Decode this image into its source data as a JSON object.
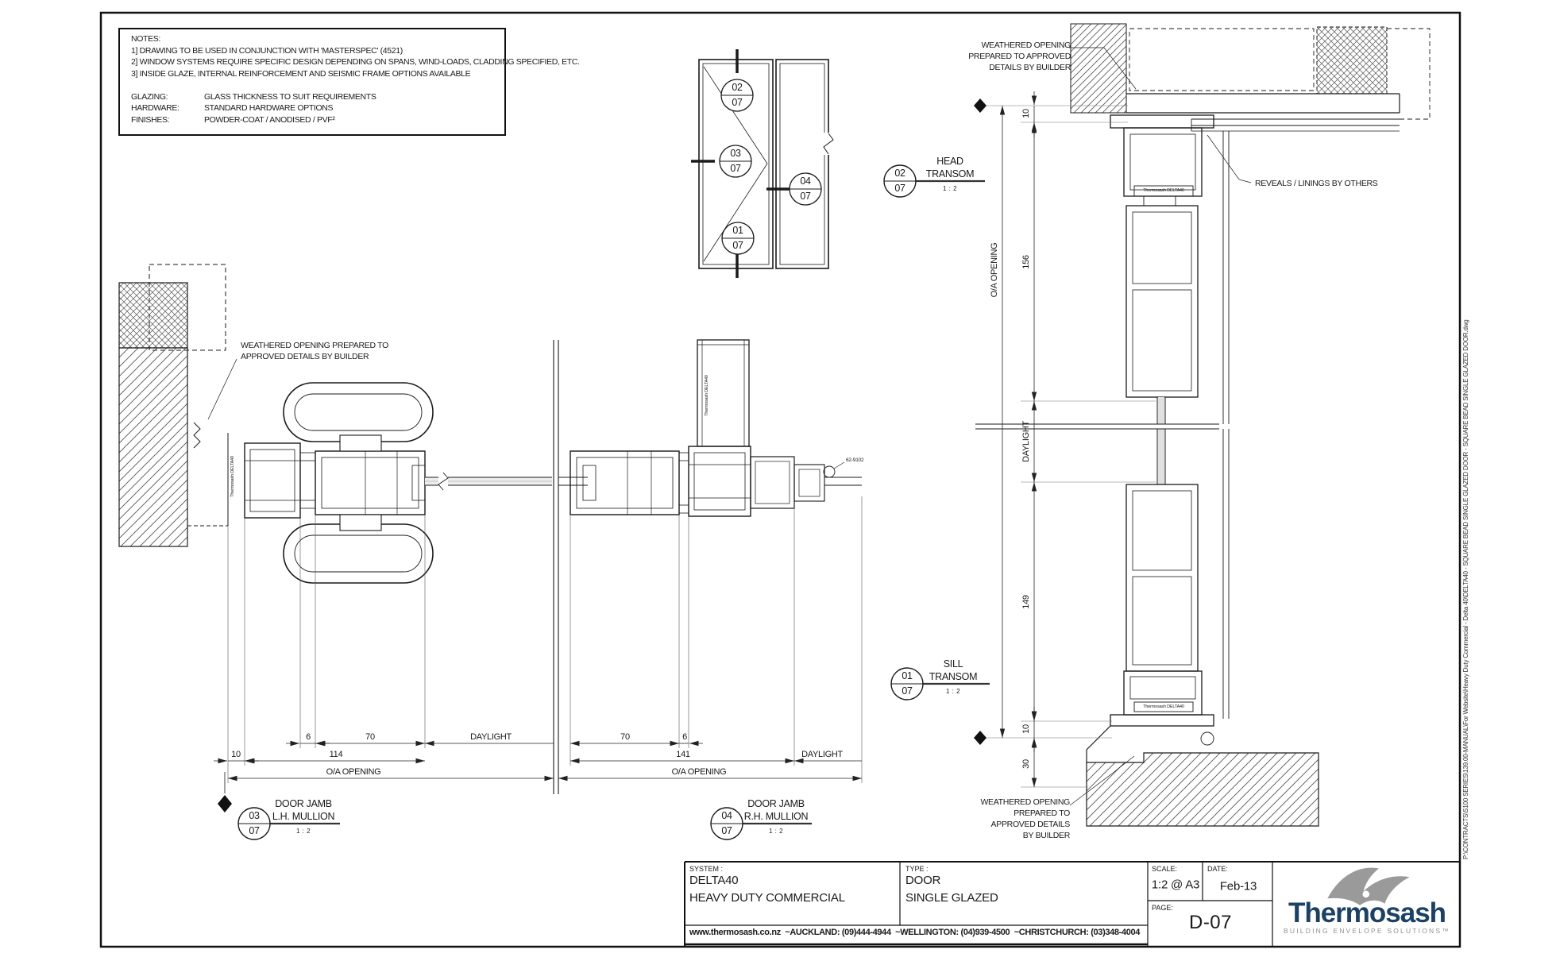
{
  "sheet": {
    "side_text": "P:\\CONTRACTS\\S100 SERIES\\139.00-MANUAL\\For Website\\Heavy Duty Commercial - Delta 40\\DELTA40 - SQUARE BEAD SINGLE GLAZED DOOR - SQUARE BEAD SINGLE GLAZED DOOR.dwg"
  },
  "notes": {
    "heading": "NOTES:",
    "line1": "1] DRAWING TO BE USED IN CONJUNCTION WITH 'MASTERSPEC' (4521)",
    "line2": "2] WINDOW SYSTEMS REQUIRE SPECIFIC DESIGN DEPENDING ON SPANS, WIND-LOADS, CLADDING SPECIFIED, ETC.",
    "line3": "3] INSIDE GLAZE, INTERNAL REINFORCEMENT AND SEISMIC FRAME OPTIONS AVAILABLE",
    "glazing_label": "GLAZING:",
    "glazing_value": "GLASS THICKNESS TO SUIT REQUIREMENTS",
    "hardware_label": "HARDWARE:",
    "hardware_value": "STANDARD HARDWARE OPTIONS",
    "finishes_label": "FINISHES:",
    "finishes_value": "POWDER-COAT / ANODISED / PVF²"
  },
  "key_plan": {
    "callouts": [
      {
        "num": "02",
        "sheet": "07"
      },
      {
        "num": "03",
        "sheet": "07"
      },
      {
        "num": "01",
        "sheet": "07"
      },
      {
        "num": "04",
        "sheet": "07"
      }
    ]
  },
  "details": {
    "head_transom": {
      "num": "02",
      "sheet": "07",
      "line1": "HEAD",
      "line2": "TRANSOM",
      "scale": "1 : 2"
    },
    "sill_transom": {
      "num": "01",
      "sheet": "07",
      "line1": "SILL",
      "line2": "TRANSOM",
      "scale": "1 : 2"
    },
    "jamb_lh": {
      "num": "03",
      "sheet": "07",
      "line1": "DOOR JAMB",
      "line2": "L.H. MULLION",
      "scale": "1 : 2"
    },
    "jamb_rh": {
      "num": "04",
      "sheet": "07",
      "line1": "DOOR JAMB",
      "line2": "R.H. MULLION",
      "scale": "1 : 2"
    }
  },
  "annotations": {
    "weathered_top_l1": "WEATHERED OPENING",
    "weathered_top_l2": "PREPARED TO APPROVED",
    "weathered_top_l3": "DETAILS BY BUILDER",
    "reveals": "REVEALS / LININGS BY OTHERS",
    "weathered_plan_l1": "WEATHERED OPENING PREPARED TO",
    "weathered_plan_l2": "APPROVED DETAILS BY BUILDER",
    "weathered_sill_l1": "WEATHERED OPENING",
    "weathered_sill_l2": "PREPARED TO",
    "weathered_sill_l3": "APPROVED DETAILS",
    "weathered_sill_l4": "BY BUILDER",
    "part_code": "62-9102",
    "brand_stamp": "Thermosash DELTA40"
  },
  "dimensions": {
    "section": {
      "oa": "O/A OPENING",
      "top10": "10",
      "d156": "156",
      "daylight": "DAYLIGHT",
      "d149": "149",
      "bot10": "10",
      "d30": "30"
    },
    "plan_left": {
      "d6": "6",
      "d70": "70",
      "daylight": "DAYLIGHT",
      "d10": "10",
      "d114": "114",
      "oa": "O/A OPENING"
    },
    "plan_right": {
      "d70": "70",
      "d6": "6",
      "d141": "141",
      "daylight": "DAYLIGHT",
      "oa": "O/A OPENING"
    }
  },
  "title_block": {
    "system_label": "SYSTEM :",
    "system_line1": "DELTA40",
    "system_line2": "HEAVY DUTY COMMERCIAL",
    "type_label": "TYPE :",
    "type_line1": "DOOR",
    "type_line2": "SINGLE GLAZED",
    "scale_label": "SCALE:",
    "scale_value": "1:2 @ A3",
    "date_label": "DATE:",
    "date_value": "Feb-13",
    "page_label": "PAGE:",
    "page_value": "D-07",
    "footer": "www.thermosash.co.nz  ~AUCKLAND: (09)444-4944  ~WELLINGTON: (04)939-4500  ~CHRISTCHURCH: (03)348-4004",
    "brand_name": "Thermosash",
    "brand_tagline": "BUILDING ENVELOPE SOLUTIONS™"
  },
  "colors": {
    "brand_navy": "#1c4164",
    "logo_gray": "#9a9a9a",
    "line": "#1a1a1a"
  }
}
